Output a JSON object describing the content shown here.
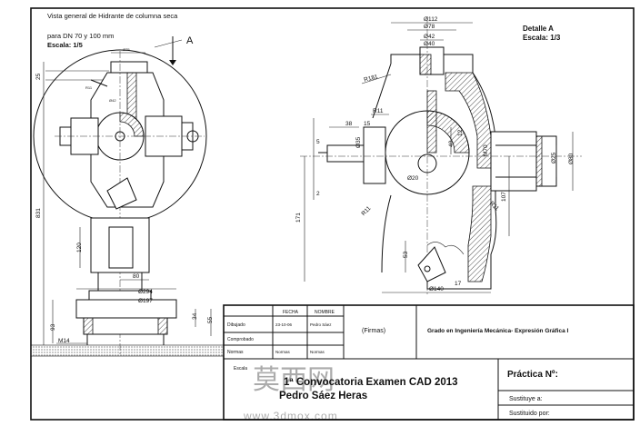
{
  "view_general": {
    "title_line1": "Vista general de Hidrante de columna seca",
    "title_line2": "para DN 70 y 100 mm",
    "scale": "Escala: 1/5",
    "section_marker": "A"
  },
  "detail": {
    "title": "Detalle A",
    "scale": "Escala: 1/3"
  },
  "dims_general": {
    "top_width": "Ø75",
    "height_total": "831",
    "top_25": "25",
    "body_120": "120",
    "base_80": "80",
    "d294": "Ø294",
    "d197": "Ø197",
    "h93": "93",
    "h34": "34",
    "h55": "55",
    "m14": "M14"
  },
  "dims_detail": {
    "d112": "Ø112",
    "d78": "Ø78",
    "d42": "Ø42",
    "d40": "Ø40",
    "r181": "R181",
    "r11_top": "R11",
    "r11_left": "R11",
    "r11_right": "R11",
    "l38": "38",
    "l15": "15",
    "l5": "5",
    "l2": "2",
    "d35": "Ø35",
    "l12": "12",
    "l40": "40",
    "d20": "Ø20",
    "m70": "M70",
    "d25": "Ø25",
    "d80": "Ø80",
    "l107": "107",
    "l171": "171",
    "l53": "53",
    "l17": "17",
    "d140": "Ø140"
  },
  "title_block": {
    "col_fecha": "FECHA",
    "col_nombre": "NOMBRE",
    "row_dibujado": "Dibujado",
    "row_comprobado": "Comprobado",
    "row_normas": "Normas",
    "fecha_value": "23-10-06",
    "nombre_value": "Pedro Sáez",
    "normas_fecha": "Normas",
    "normas_nombre": "Normas",
    "firmas": "(Firmas)",
    "course": "Grado en Ingeniería Mecánica- Expresión Gráfica I",
    "escala_label": "Escala",
    "exam": "1ª Convocatoria Examen CAD 2013",
    "author": "Pedro Sáez Heras",
    "practica": "Práctica Nº:",
    "sustituye_a": "Sustituye a:",
    "sustituido_por": "Sustituido por:"
  },
  "watermark": {
    "cn_text": "莫西网",
    "url": "www.3dmox.com"
  }
}
